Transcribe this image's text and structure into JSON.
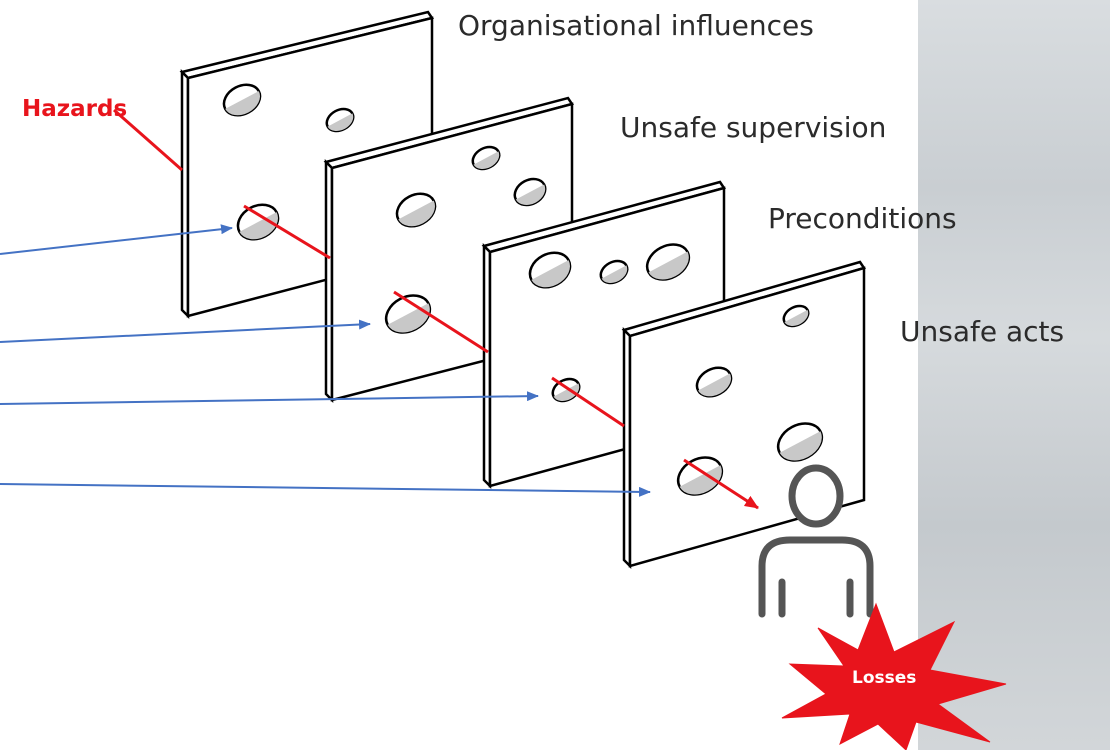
{
  "layers": [
    {
      "label": "Organisational influences"
    },
    {
      "label": "Unsafe supervision"
    },
    {
      "label": "Preconditions"
    },
    {
      "label": "Unsafe acts"
    }
  ],
  "hazard_label": "Hazards",
  "loss_label": "Losses",
  "colors": {
    "hazard_red": "#e8141c",
    "pointer_blue": "#4472c4",
    "hole_fill": "#c8c8c8",
    "text": "#2b2b2b",
    "person": "#555555"
  },
  "icons": [
    "person-icon",
    "explosion-starburst-icon"
  ]
}
